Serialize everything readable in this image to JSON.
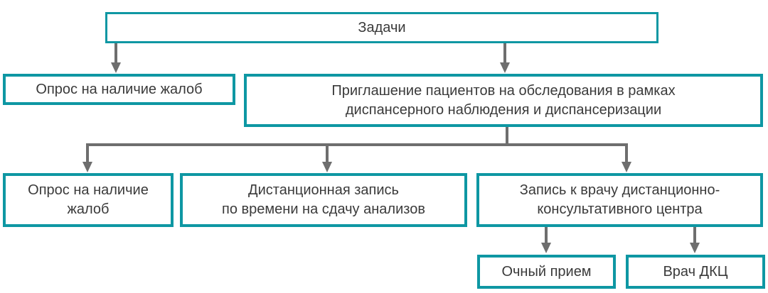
{
  "colors": {
    "box_border": "#0e97a3",
    "arrow": "#6e6e6e",
    "text": "#3a3a3a",
    "background": "#ffffff"
  },
  "diagram": {
    "nodes": {
      "tasks": {
        "label": "Задачи"
      },
      "survey_top": {
        "label": "Опрос на наличие жалоб"
      },
      "invite": {
        "label": "Приглашение пациентов на обследования в рамках\nдиспансерного наблюдения и диспансеризации"
      },
      "survey_mid": {
        "label": "Опрос на наличие\nжалоб"
      },
      "remote_lab": {
        "label": "Дистанционная запись\nпо времени на сдачу анализов"
      },
      "doctor_booking": {
        "label": "Запись к врачу дистанционно-\nконсультативного центра"
      },
      "in_person": {
        "label": "Очный прием"
      },
      "dkc_doctor": {
        "label": "Врач ДКЦ"
      }
    }
  }
}
